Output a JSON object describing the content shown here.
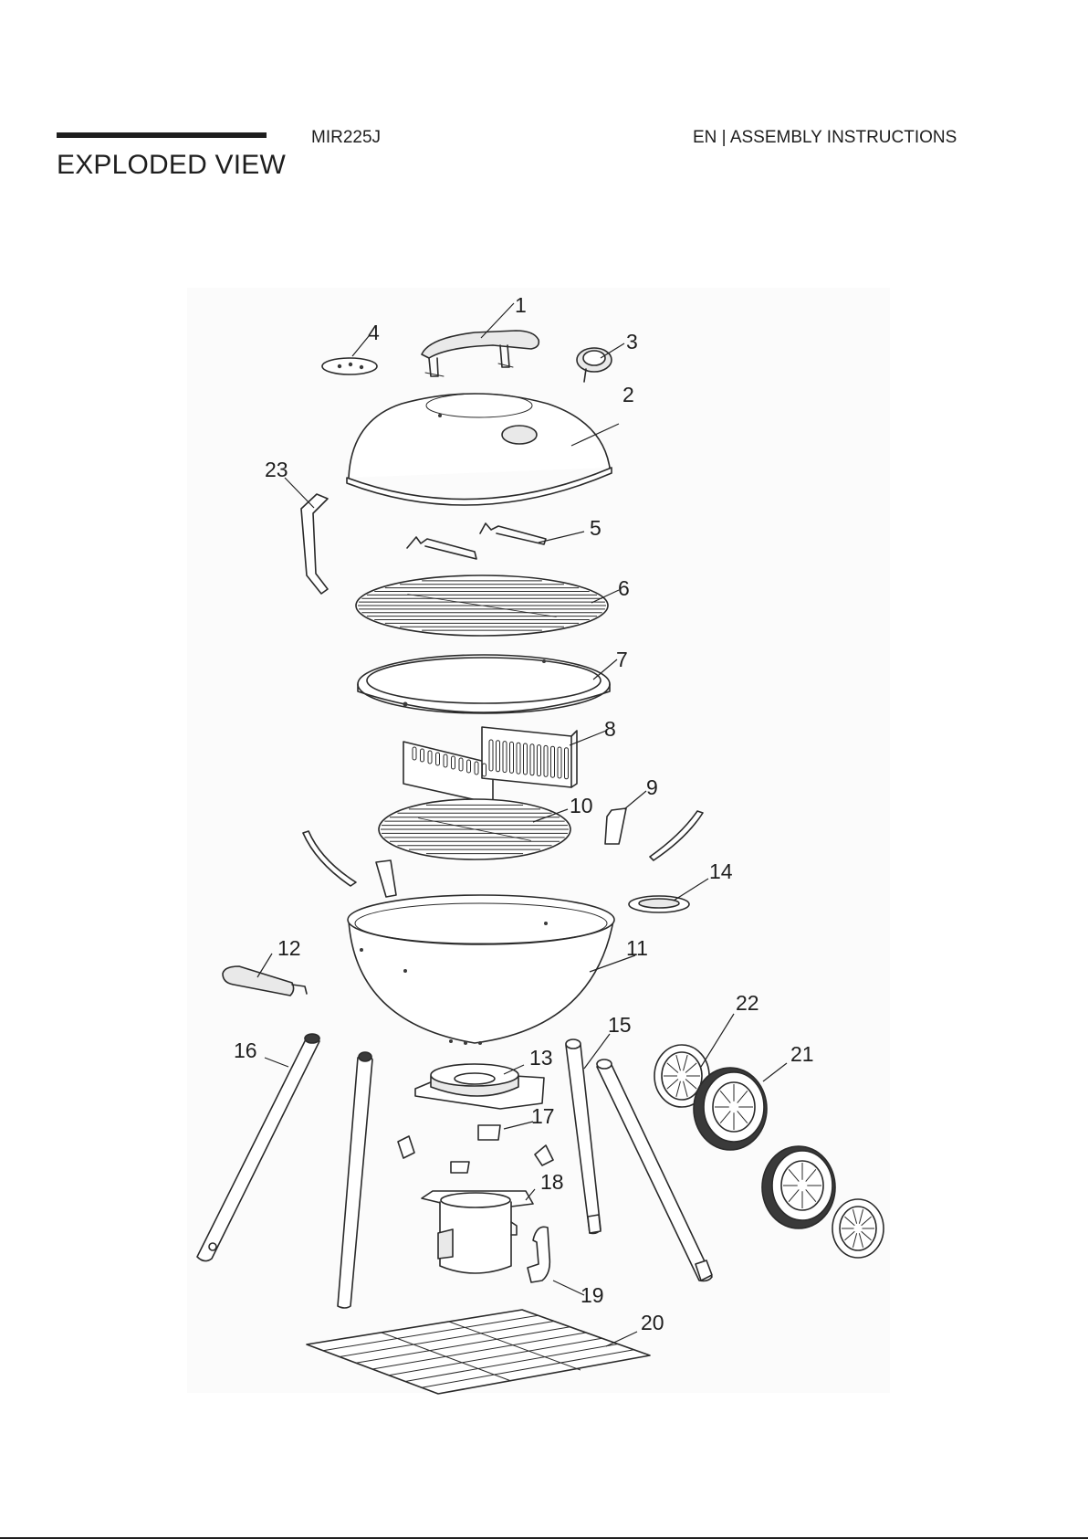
{
  "header": {
    "section_title": "EXPLODED VIEW",
    "model": "MIR225J",
    "section": "EN | ASSEMBLY INSTRUCTIONS"
  },
  "diagram": {
    "callouts": [
      "1",
      "2",
      "3",
      "4",
      "5",
      "6",
      "7",
      "8",
      "9",
      "10",
      "11",
      "12",
      "13",
      "14",
      "15",
      "16",
      "17",
      "18",
      "19",
      "20",
      "21",
      "22",
      "23"
    ]
  }
}
